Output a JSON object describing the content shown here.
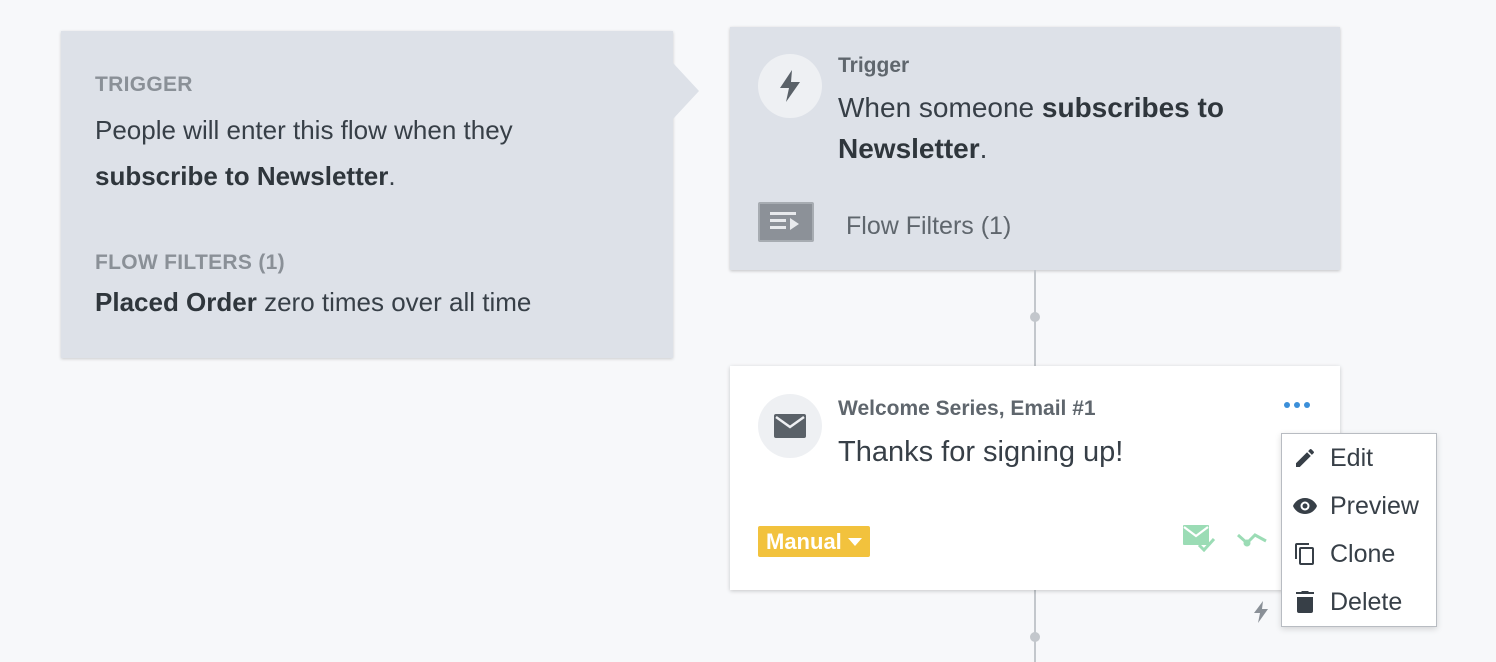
{
  "info_panel": {
    "trigger_heading": "TRIGGER",
    "trigger_text_prefix": "People will enter this flow when they",
    "trigger_text_bold": "subscribe to Newsletter",
    "trigger_text_suffix": ".",
    "filters_heading": "FLOW FILTERS (1)",
    "filters_text_bold": "Placed Order",
    "filters_text_rest": " zero times over all time"
  },
  "trigger_card": {
    "label": "Trigger",
    "title_prefix": "When someone ",
    "title_bold_1": "subscribes to",
    "title_bold_2": "Newsletter",
    "title_suffix": ".",
    "filter_label": "Flow Filters (1)",
    "icon": "lightning-bolt-icon"
  },
  "email_card": {
    "label": "Welcome Series, Email #1",
    "title": "Thanks for signing up!",
    "mode_badge": "Manual",
    "icon": "envelope-icon"
  },
  "context_menu": {
    "items": [
      {
        "label": "Edit",
        "icon": "pencil-icon"
      },
      {
        "label": "Preview",
        "icon": "eye-icon"
      },
      {
        "label": "Clone",
        "icon": "copy-icon"
      },
      {
        "label": "Delete",
        "icon": "trash-icon"
      }
    ]
  },
  "colors": {
    "panel_bg": "#dde1e8",
    "accent_blue": "#3b8fd9",
    "badge_yellow": "#f2c23d",
    "status_green": "#7ed3a0"
  }
}
